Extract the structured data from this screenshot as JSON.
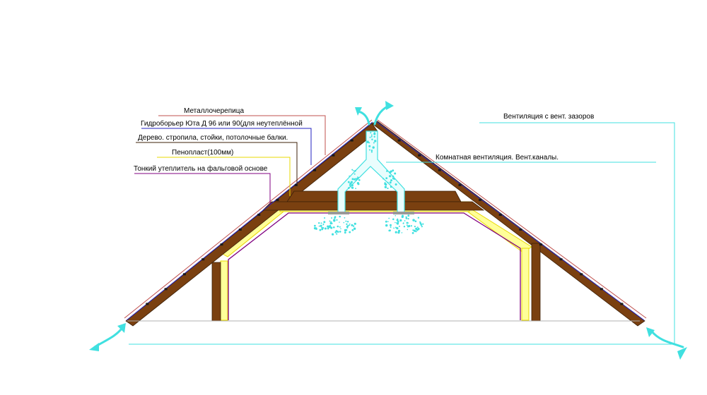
{
  "labels": {
    "metal_tile": "Металлочерепица",
    "hydrobarrier": "Гидроборьер Юта Д 96 или 90(для неутеплённой",
    "wood": "Дерево. стропила, стойки, потолочные балки.",
    "foam": "Пенопласт(100мм)",
    "thin_insulation": "Тонкий утеплитель на фальговой основе",
    "ventilation_gaps": "Вентиляция  с вент. зазоров",
    "room_ventilation": "Комнатная вентиляция. Вент.каналы."
  },
  "colors": {
    "wood": "#7a4010",
    "foam": "#ffff99",
    "foam_edge": "#e8d800",
    "insulation": "#800080",
    "vent": "#40e0e0",
    "roof_red": "#c0504d",
    "roof_blue": "#2020c0",
    "screw": "#1a1a1a"
  },
  "icons": {
    "ridge_arrows": "airflow-arrow-icon",
    "eave_arrows": "airflow-arrow-icon",
    "vent_particles": "air-particle-icon"
  }
}
